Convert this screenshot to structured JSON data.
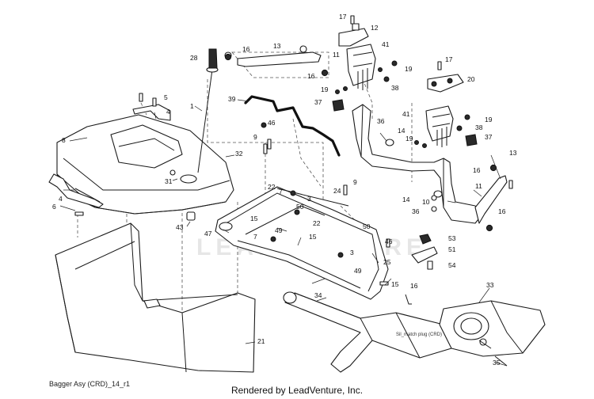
{
  "diagram": {
    "caption": "Bagger Asy (CRD)_14_r1",
    "credit": "Rendered by LeadVenture, Inc.",
    "watermark": "LEADVENTURE",
    "part_note": "Sil_match plug (CRD)",
    "callouts": [
      {
        "id": "c1",
        "text": "1"
      },
      {
        "id": "c3a",
        "text": "3"
      },
      {
        "id": "c3b",
        "text": "3"
      },
      {
        "id": "c4a",
        "text": "4"
      },
      {
        "id": "c4b",
        "text": "4"
      },
      {
        "id": "c5",
        "text": "5"
      },
      {
        "id": "c6",
        "text": "6"
      },
      {
        "id": "c7a",
        "text": "7"
      },
      {
        "id": "c7b",
        "text": "7"
      },
      {
        "id": "c8",
        "text": "8"
      },
      {
        "id": "c9a",
        "text": "9"
      },
      {
        "id": "c9b",
        "text": "9"
      },
      {
        "id": "c10",
        "text": "10"
      },
      {
        "id": "c11a",
        "text": "11"
      },
      {
        "id": "c11b",
        "text": "11"
      },
      {
        "id": "c12",
        "text": "12"
      },
      {
        "id": "c13a",
        "text": "13"
      },
      {
        "id": "c13b",
        "text": "13"
      },
      {
        "id": "c14a",
        "text": "14"
      },
      {
        "id": "c14b",
        "text": "14"
      },
      {
        "id": "c15a",
        "text": "15"
      },
      {
        "id": "c15b",
        "text": "15"
      },
      {
        "id": "c15c",
        "text": "15"
      },
      {
        "id": "c16a",
        "text": "16"
      },
      {
        "id": "c16b",
        "text": "16"
      },
      {
        "id": "c16c",
        "text": "16"
      },
      {
        "id": "c16d",
        "text": "16"
      },
      {
        "id": "c16e",
        "text": "16"
      },
      {
        "id": "c17a",
        "text": "17"
      },
      {
        "id": "c17b",
        "text": "17"
      },
      {
        "id": "c19a",
        "text": "19"
      },
      {
        "id": "c19b",
        "text": "19"
      },
      {
        "id": "c19c",
        "text": "19"
      },
      {
        "id": "c19d",
        "text": "19"
      },
      {
        "id": "c20",
        "text": "20"
      },
      {
        "id": "c21",
        "text": "21"
      },
      {
        "id": "c22a",
        "text": "22"
      },
      {
        "id": "c22b",
        "text": "22"
      },
      {
        "id": "c24",
        "text": "24"
      },
      {
        "id": "c25",
        "text": "25"
      },
      {
        "id": "c28",
        "text": "28"
      },
      {
        "id": "c31",
        "text": "31"
      },
      {
        "id": "c32",
        "text": "32"
      },
      {
        "id": "c33",
        "text": "33"
      },
      {
        "id": "c34",
        "text": "34"
      },
      {
        "id": "c35",
        "text": "35"
      },
      {
        "id": "c36a",
        "text": "36"
      },
      {
        "id": "c36b",
        "text": "36"
      },
      {
        "id": "c37a",
        "text": "37"
      },
      {
        "id": "c37b",
        "text": "37"
      },
      {
        "id": "c38a",
        "text": "38"
      },
      {
        "id": "c38b",
        "text": "38"
      },
      {
        "id": "c39",
        "text": "39"
      },
      {
        "id": "c41a",
        "text": "41"
      },
      {
        "id": "c41b",
        "text": "41"
      },
      {
        "id": "c43",
        "text": "43"
      },
      {
        "id": "c46a",
        "text": "46"
      },
      {
        "id": "c46b",
        "text": "46"
      },
      {
        "id": "c47",
        "text": "47"
      },
      {
        "id": "c49a",
        "text": "49"
      },
      {
        "id": "c49b",
        "text": "49"
      },
      {
        "id": "c50a",
        "text": "50"
      },
      {
        "id": "c50b",
        "text": "50"
      },
      {
        "id": "c51",
        "text": "51"
      },
      {
        "id": "c53",
        "text": "53"
      },
      {
        "id": "c54",
        "text": "54"
      }
    ]
  }
}
